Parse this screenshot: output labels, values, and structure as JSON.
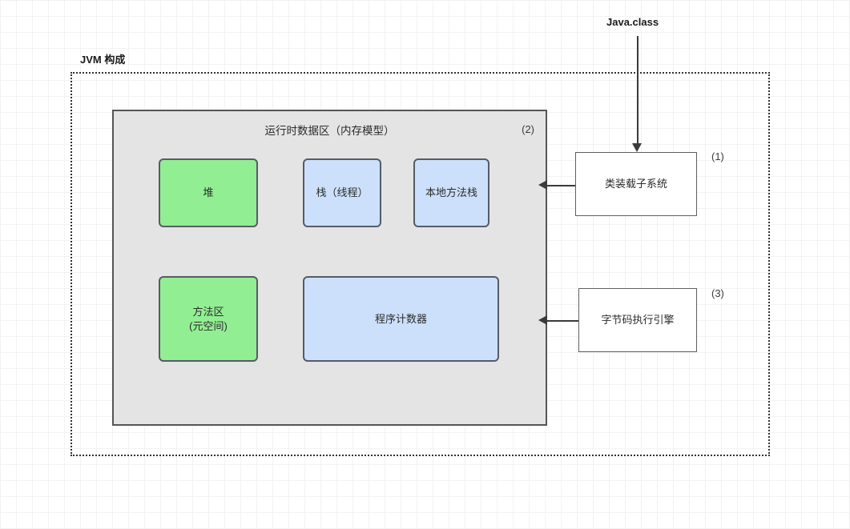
{
  "diagram": {
    "title_label": "JVM 构成",
    "source_label": "Java.class",
    "runtime_area": {
      "title": "运行时数据区（内存模型）",
      "marker": "(2)",
      "blocks": [
        {
          "id": "heap",
          "label": "堆",
          "color": "green"
        },
        {
          "id": "stack",
          "label": "栈（线程）",
          "color": "blue"
        },
        {
          "id": "native",
          "label": "本地方法栈",
          "color": "blue"
        },
        {
          "id": "method",
          "label": "方法区\n(元空间)",
          "color": "green"
        },
        {
          "id": "counter",
          "label": "程序计数器",
          "color": "blue"
        }
      ]
    },
    "side_boxes": [
      {
        "id": "classloader",
        "label": "类装载子系统",
        "marker": "(1)"
      },
      {
        "id": "engine",
        "label": "字节码执行引擎",
        "marker": "(3)"
      }
    ],
    "colors": {
      "green": "#92ee92",
      "blue": "#cce0fb",
      "runtime_bg": "#e4e4e4",
      "stroke": "#555c66",
      "grid": "#f2f2f2"
    }
  }
}
